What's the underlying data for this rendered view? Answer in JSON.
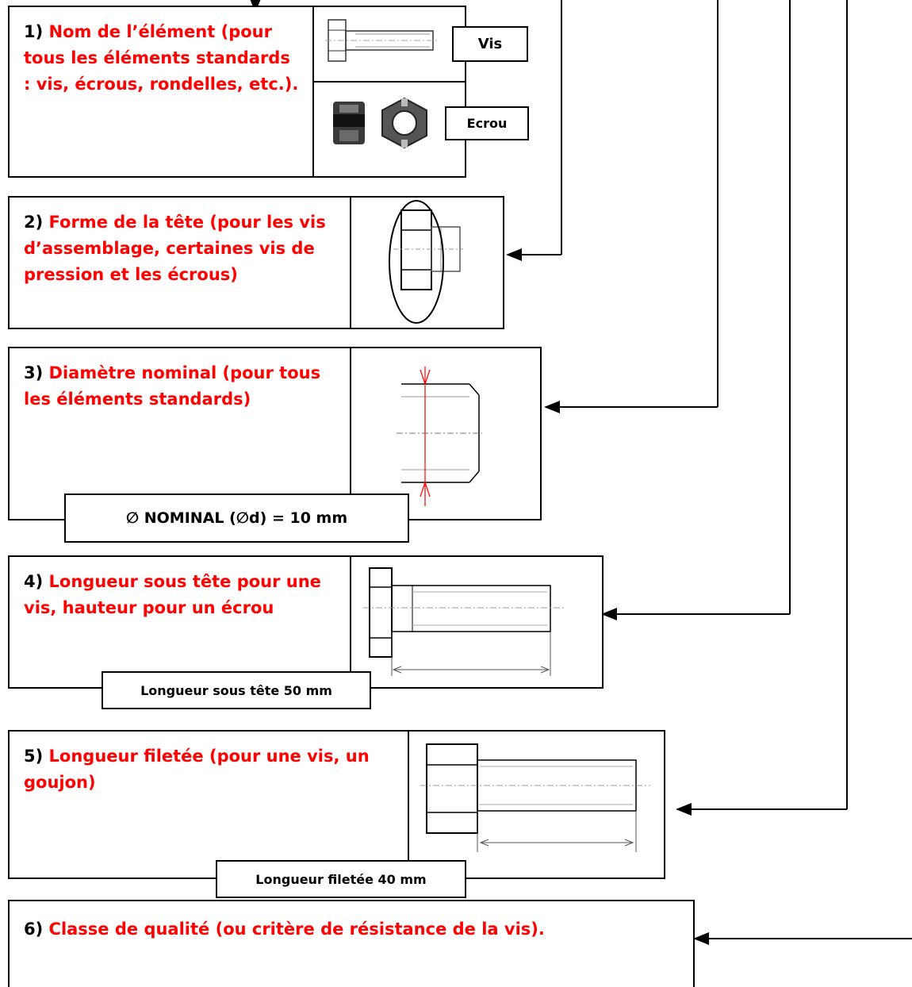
{
  "items": [
    {
      "num": "1)",
      "text": "Nom de l’élément (pour tous les éléments standards : vis, écrous, rondelles, etc.)."
    },
    {
      "num": "2)",
      "text": "Forme de la tête (pour les vis d’assemblage, certaines vis de pression et les écrous)"
    },
    {
      "num": "3)",
      "text": "Diamètre nominal (pour tous les éléments standards)"
    },
    {
      "num": "4)",
      "text": "Longueur sous tête pour une vis, hauteur pour un écrou"
    },
    {
      "num": "5)",
      "text": "Longueur filetée (pour une vis, un goujon)"
    },
    {
      "num": "6)",
      "text": "Classe de qualité (ou critère de résistance de la vis)."
    }
  ],
  "labels": {
    "vis": "Vis",
    "ecrou": "Ecrou",
    "diameter": "∅ NOMINAL (∅d) = 10 mm",
    "longueur_sous_tete": "Longueur sous tête 50 mm",
    "longueur_filetee": "Longueur filetée 40 mm"
  },
  "colors": {
    "description": "#ff0000",
    "lines": "#000000",
    "annotation": "#ff0000"
  }
}
